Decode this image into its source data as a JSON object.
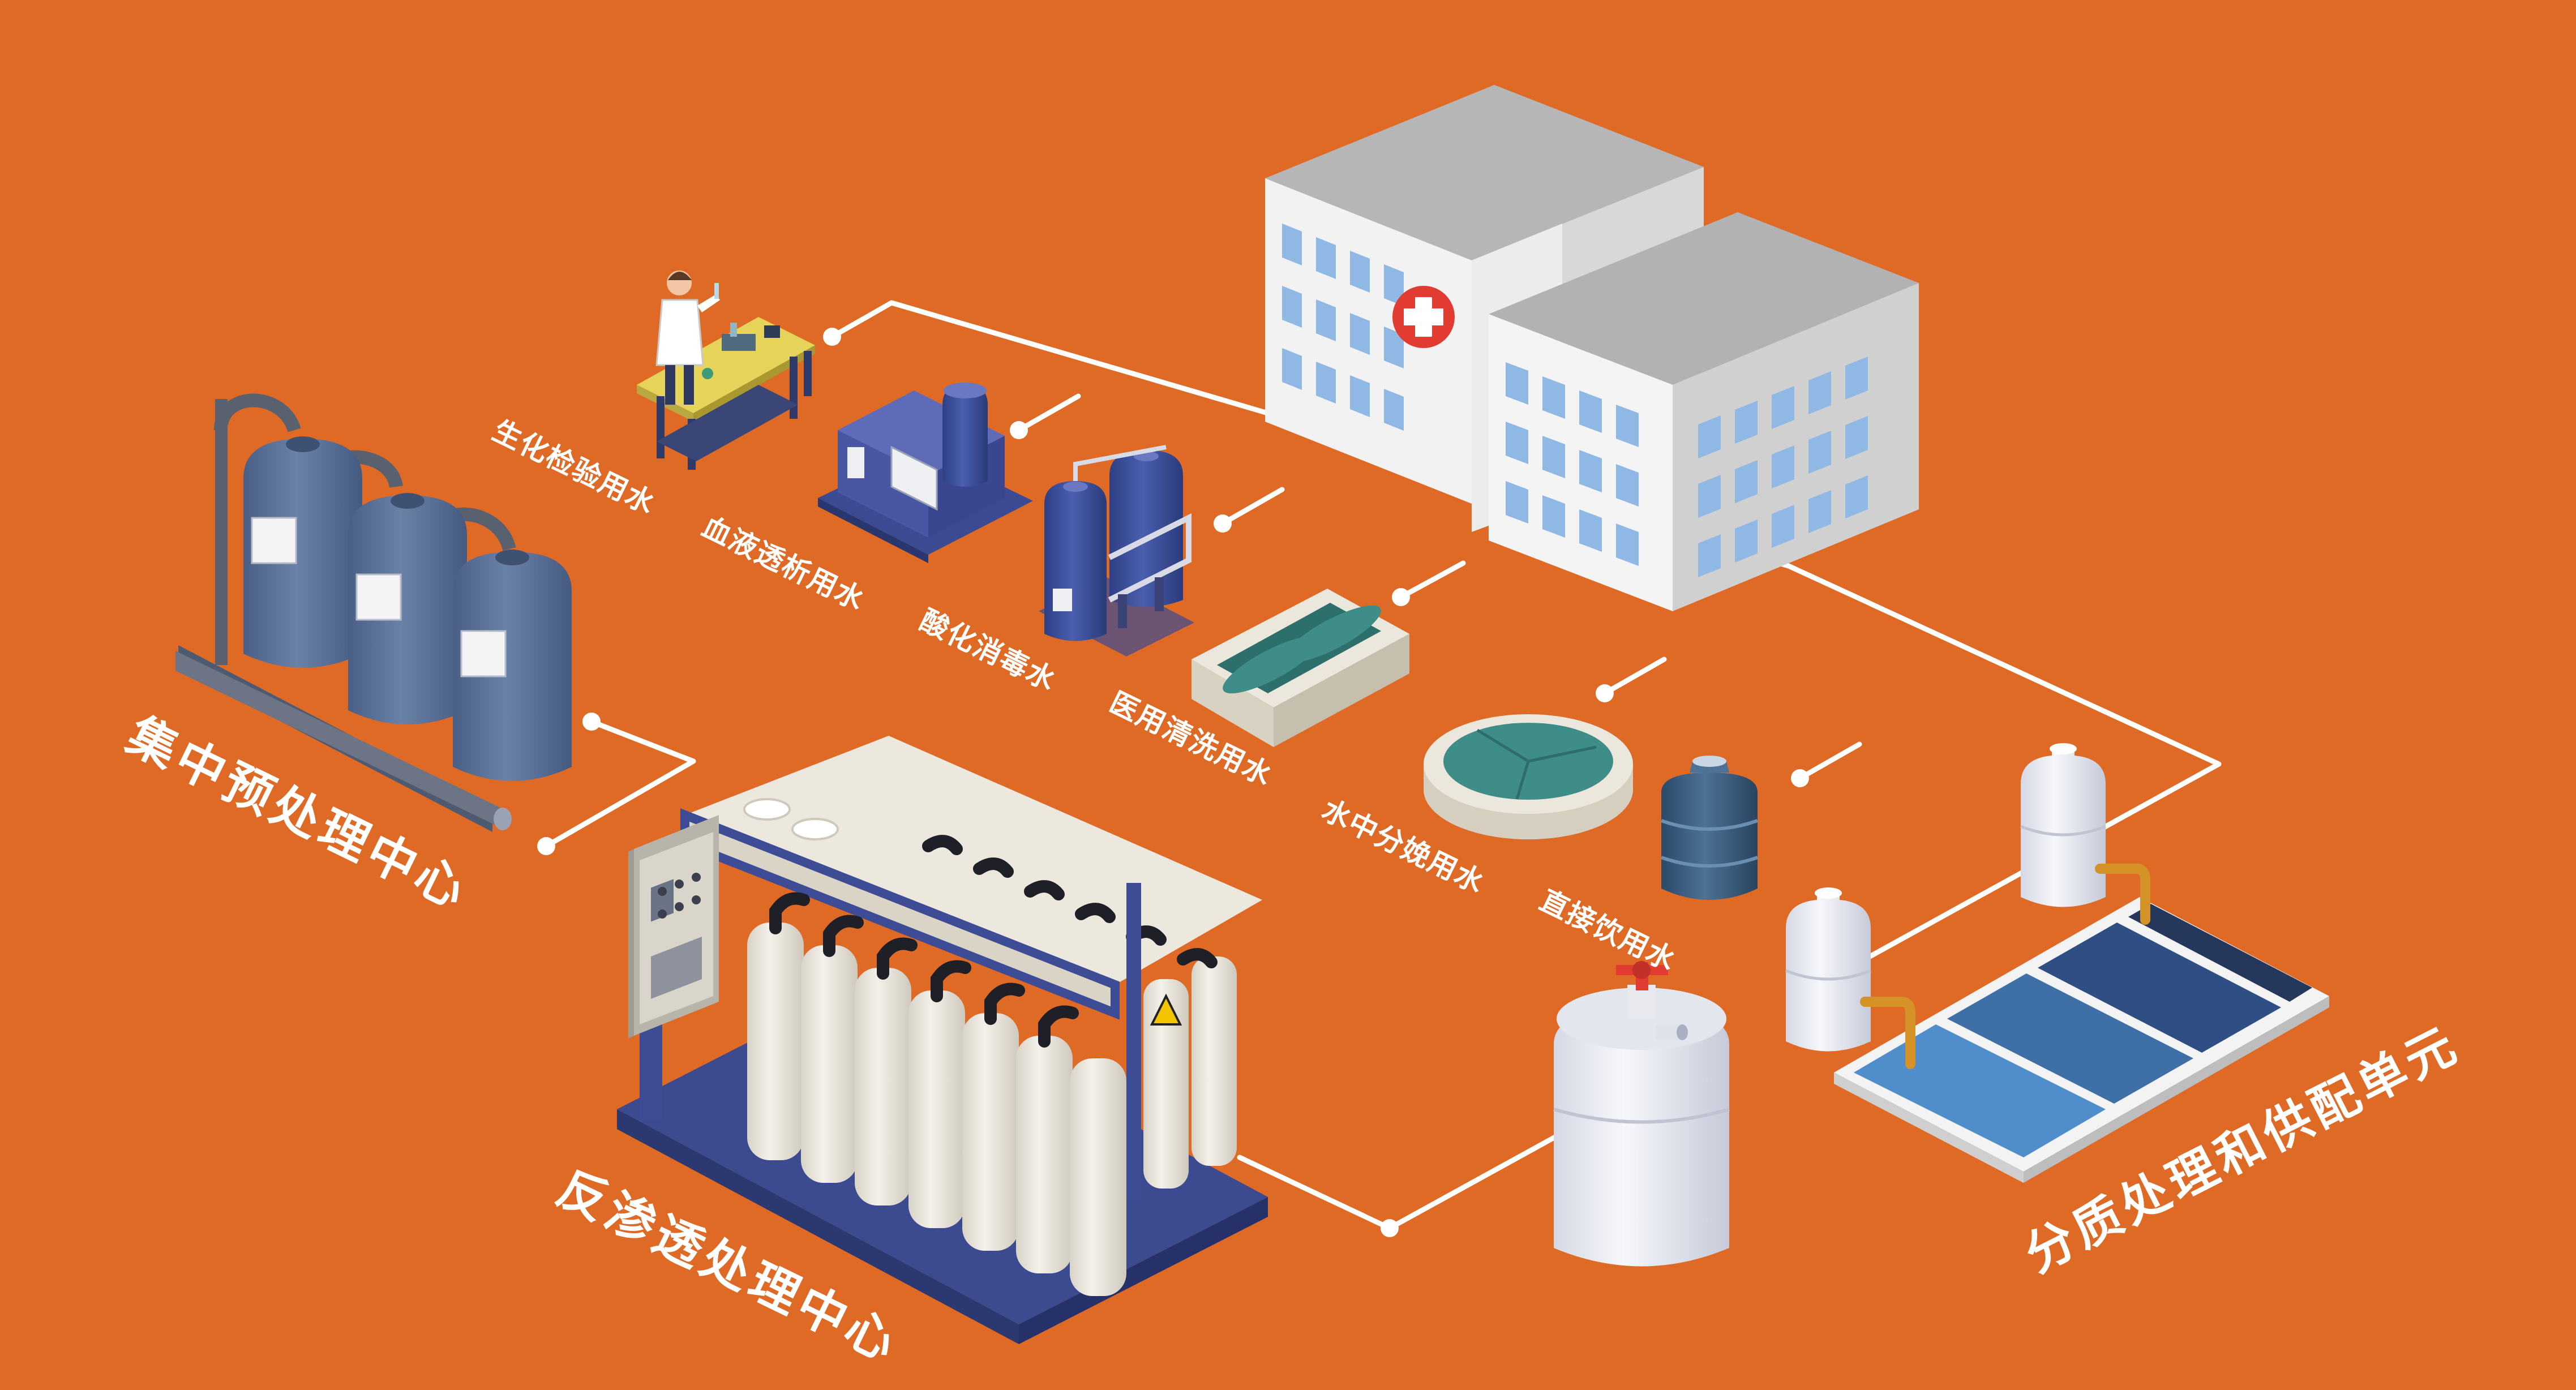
{
  "colors": {
    "background": "#de6a26",
    "line": "#ffffff",
    "label": "#ffffff",
    "tank_blue": "#5c7399",
    "frame_navy": "#3e4c95",
    "membrane": "#ece7dc",
    "building": "#e9e9e9",
    "window": "#8fb8e4",
    "hospital_cross": "#e23b32",
    "pool_teal": "#3f8d88"
  },
  "icons": {
    "pretreatment": "pressure-tank-icon",
    "ro_unit": "reverse-osmosis-unit-icon",
    "hospital": "hospital-building-icon",
    "lab": "lab-scientist-icon",
    "dialysis": "dialysis-machine-icon",
    "acid": "acid-disinfection-tanks-icon",
    "cleaning": "cleaning-pool-icon",
    "birth": "birthing-pool-icon",
    "drinking": "water-jug-icon",
    "storage": "storage-tank-icon",
    "distribution": "distribution-basin-icon"
  },
  "labels": {
    "pretreatment": "集中预处理中心",
    "ro": "反渗透处理中心",
    "distribution": "分质处理和供配单元",
    "lab": "生化检验用水",
    "dialysis": "血液透析用水",
    "acid": "酸化消毒水",
    "cleaning": "医用清洗用水",
    "birth": "水中分娩用水",
    "drinking": "直接饮用水"
  }
}
